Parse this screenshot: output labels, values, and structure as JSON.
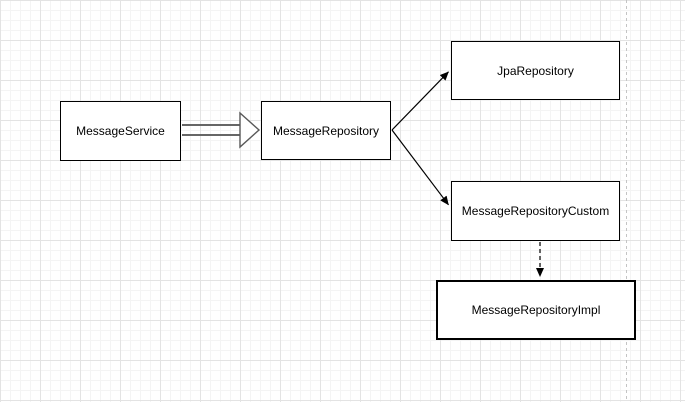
{
  "diagram": {
    "nodes": [
      {
        "id": "message-service",
        "label": "MessageService"
      },
      {
        "id": "message-repository",
        "label": "MessageRepository"
      },
      {
        "id": "jpa-repository",
        "label": "JpaRepository"
      },
      {
        "id": "message-repository-custom",
        "label": "MessageRepositoryCustom"
      },
      {
        "id": "message-repository-impl",
        "label": "MessageRepositoryImpl"
      }
    ],
    "edges": [
      {
        "from": "MessageService",
        "to": "MessageRepository",
        "style": "hollow-block-arrow",
        "color": "#666666"
      },
      {
        "from": "MessageRepository",
        "to": "JpaRepository",
        "style": "solid-line-filled-arrow",
        "color": "#000000"
      },
      {
        "from": "MessageRepository",
        "to": "MessageRepositoryCustom",
        "style": "solid-line-filled-arrow",
        "color": "#000000"
      },
      {
        "from": "MessageRepositoryCustom",
        "to": "MessageRepositoryImpl",
        "style": "dashed-line-filled-arrow",
        "color": "#000000"
      }
    ],
    "colors": {
      "node_fill": "#ffffff",
      "node_border": "#000000",
      "grid_minor": "#f4f4f4",
      "grid_major": "#e3e3e3",
      "page_boundary": "#c4c4c4"
    }
  }
}
